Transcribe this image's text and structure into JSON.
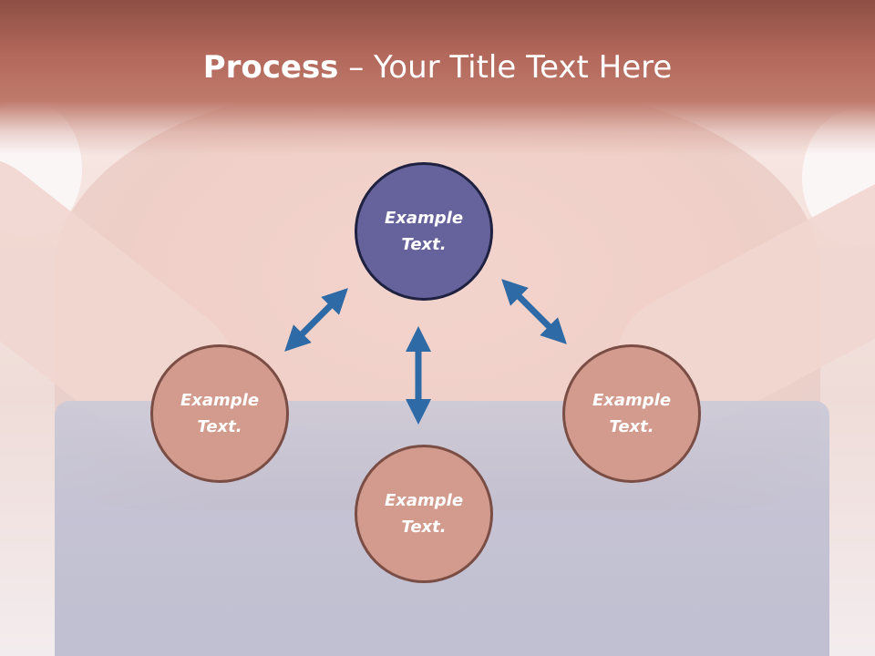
{
  "title": {
    "bold": "Process",
    "rest": " – Your Title Text Here"
  },
  "nodes": {
    "top": "Example Text.",
    "left": "Example Text.",
    "bottom": "Example Text.",
    "right": "Example Text."
  },
  "colors": {
    "title_band": "#b2685b",
    "top_node": "#66629c",
    "rose_node": "#d29b8e",
    "arrow": "#2e6aa5"
  },
  "icons": {
    "arrow": "double-headed-arrow-icon"
  }
}
